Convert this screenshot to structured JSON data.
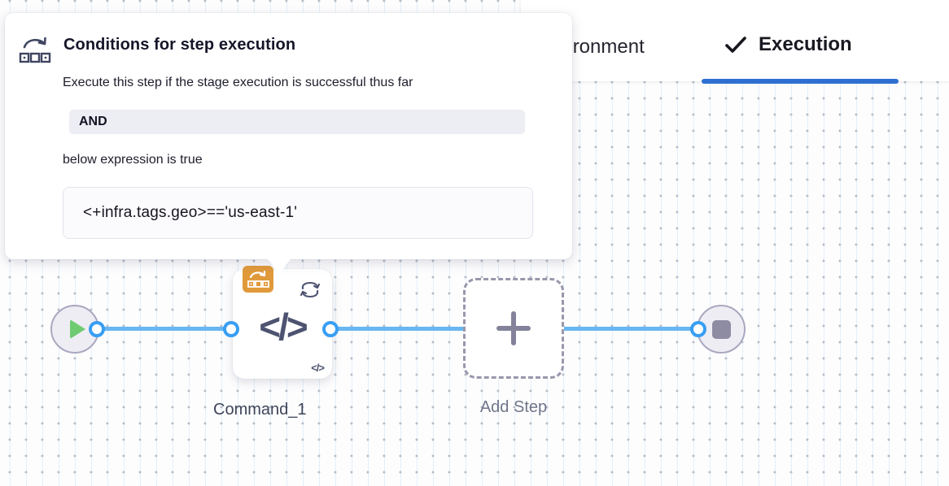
{
  "tabs": {
    "environment_label": "Environment",
    "execution_label": "Execution"
  },
  "popover": {
    "title": "Conditions for step execution",
    "line1": "Execute this step if the stage execution is successful thus far",
    "operator": "AND",
    "line2": "below expression is true",
    "expression": "<+infra.tags.geo>=='us-east-1'"
  },
  "pipeline": {
    "command_step": {
      "label": "Command_1",
      "code_glyph": "</>"
    },
    "add_step_label": "Add Step"
  },
  "icons": {
    "popover_icon": "conditional-execution-icon",
    "badge_icon": "conditional-execution-icon",
    "loop_icon": "looping-strategy-icon",
    "tab_icon": "checkmark-icon",
    "start_icon": "play-icon",
    "end_icon": "stop-icon",
    "add_icon": "plus-icon"
  },
  "colors": {
    "tab_underline": "#2e70d2",
    "edge_blue": "#68b6f2",
    "port_ring_blue": "#389ef3",
    "badge_orange": "#e09a3b",
    "play_green": "#6fcb72",
    "node_fill": "#eeedf4",
    "node_border": "#aaa8bf",
    "glyph_slate": "#4d5370",
    "operator_bar_bg": "#ededf4",
    "expression_box_bg": "#fbfbfe"
  }
}
